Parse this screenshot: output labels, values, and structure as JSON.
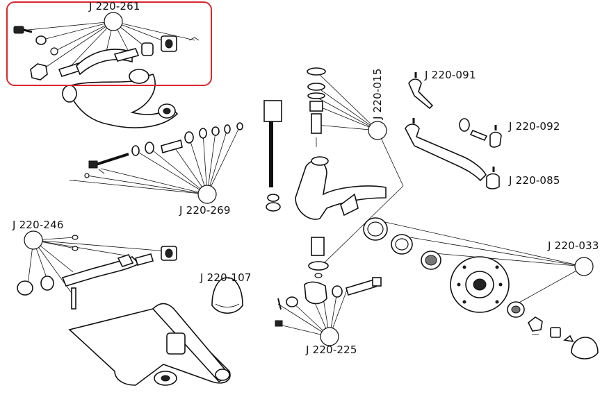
{
  "diagram": {
    "callouts": [
      {
        "id": "c261",
        "label": "J 220-261",
        "highlighted": true
      },
      {
        "id": "c269",
        "label": "J 220-269"
      },
      {
        "id": "c246",
        "label": "J 220-246"
      },
      {
        "id": "c107",
        "label": "J 220-107"
      },
      {
        "id": "c015",
        "label": "J 220-015"
      },
      {
        "id": "c091",
        "label": "J 220-091"
      },
      {
        "id": "c092",
        "label": "J 220-092"
      },
      {
        "id": "c085",
        "label": "J 220-085"
      },
      {
        "id": "c033",
        "label": "J 220-033"
      },
      {
        "id": "c225",
        "label": "J 220-225"
      }
    ],
    "highlight_color": "#d9272e"
  }
}
